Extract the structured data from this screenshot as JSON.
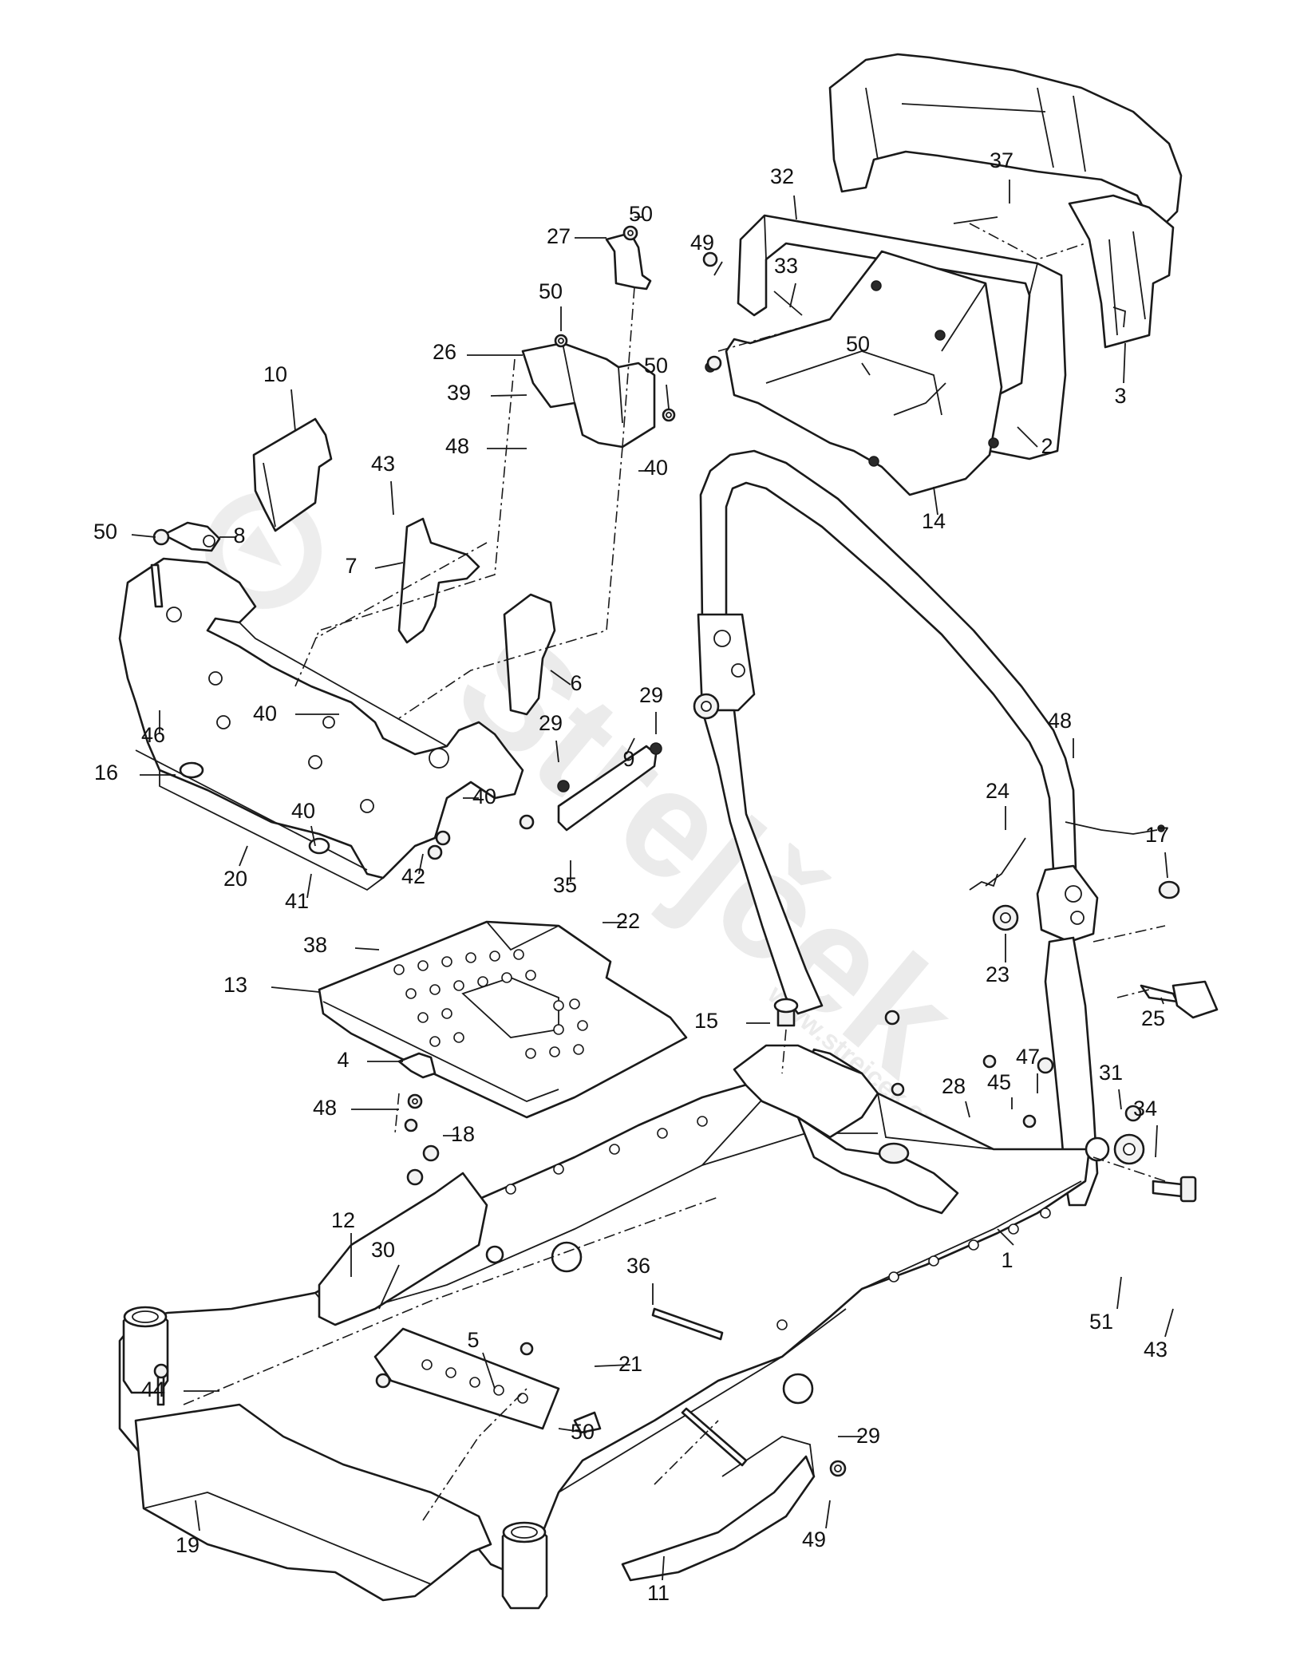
{
  "diagram": {
    "watermark": {
      "brand": "Strejček",
      "text": "www.strejcek.cz"
    },
    "callouts": [
      {
        "id": "c-1",
        "label": "1"
      },
      {
        "id": "c-2",
        "label": "2"
      },
      {
        "id": "c-3",
        "label": "3"
      },
      {
        "id": "c-4",
        "label": "4"
      },
      {
        "id": "c-5",
        "label": "5"
      },
      {
        "id": "c-6",
        "label": "6"
      },
      {
        "id": "c-7",
        "label": "7"
      },
      {
        "id": "c-8",
        "label": "8"
      },
      {
        "id": "c-9",
        "label": "9"
      },
      {
        "id": "c-10",
        "label": "10"
      },
      {
        "id": "c-11",
        "label": "11"
      },
      {
        "id": "c-12",
        "label": "12"
      },
      {
        "id": "c-13",
        "label": "13"
      },
      {
        "id": "c-14",
        "label": "14"
      },
      {
        "id": "c-15",
        "label": "15"
      },
      {
        "id": "c-16",
        "label": "16"
      },
      {
        "id": "c-17",
        "label": "17"
      },
      {
        "id": "c-18",
        "label": "18"
      },
      {
        "id": "c-19",
        "label": "19"
      },
      {
        "id": "c-20",
        "label": "20"
      },
      {
        "id": "c-21",
        "label": "21"
      },
      {
        "id": "c-22",
        "label": "22"
      },
      {
        "id": "c-23",
        "label": "23"
      },
      {
        "id": "c-24",
        "label": "24"
      },
      {
        "id": "c-25",
        "label": "25"
      },
      {
        "id": "c-26",
        "label": "26"
      },
      {
        "id": "c-27",
        "label": "27"
      },
      {
        "id": "c-28",
        "label": "28"
      },
      {
        "id": "c-29a",
        "label": "29"
      },
      {
        "id": "c-29b",
        "label": "29"
      },
      {
        "id": "c-29c",
        "label": "29"
      },
      {
        "id": "c-30",
        "label": "30"
      },
      {
        "id": "c-31",
        "label": "31"
      },
      {
        "id": "c-32",
        "label": "32"
      },
      {
        "id": "c-33",
        "label": "33"
      },
      {
        "id": "c-34",
        "label": "34"
      },
      {
        "id": "c-35",
        "label": "35"
      },
      {
        "id": "c-36",
        "label": "36"
      },
      {
        "id": "c-37",
        "label": "37"
      },
      {
        "id": "c-38",
        "label": "38"
      },
      {
        "id": "c-39",
        "label": "39"
      },
      {
        "id": "c-40a",
        "label": "40"
      },
      {
        "id": "c-40b",
        "label": "40"
      },
      {
        "id": "c-40c",
        "label": "40"
      },
      {
        "id": "c-40d",
        "label": "40"
      },
      {
        "id": "c-41",
        "label": "41"
      },
      {
        "id": "c-42",
        "label": "42"
      },
      {
        "id": "c-43a",
        "label": "43"
      },
      {
        "id": "c-43b",
        "label": "43"
      },
      {
        "id": "c-44",
        "label": "44"
      },
      {
        "id": "c-45",
        "label": "45"
      },
      {
        "id": "c-46",
        "label": "46"
      },
      {
        "id": "c-47",
        "label": "47"
      },
      {
        "id": "c-48a",
        "label": "48"
      },
      {
        "id": "c-48b",
        "label": "48"
      },
      {
        "id": "c-48c",
        "label": "48"
      },
      {
        "id": "c-49a",
        "label": "49"
      },
      {
        "id": "c-49b",
        "label": "49"
      },
      {
        "id": "c-50a",
        "label": "50"
      },
      {
        "id": "c-50b",
        "label": "50"
      },
      {
        "id": "c-50c",
        "label": "50"
      },
      {
        "id": "c-50d",
        "label": "50"
      },
      {
        "id": "c-50e",
        "label": "50"
      },
      {
        "id": "c-50f",
        "label": "50"
      },
      {
        "id": "c-51",
        "label": "51"
      }
    ]
  }
}
